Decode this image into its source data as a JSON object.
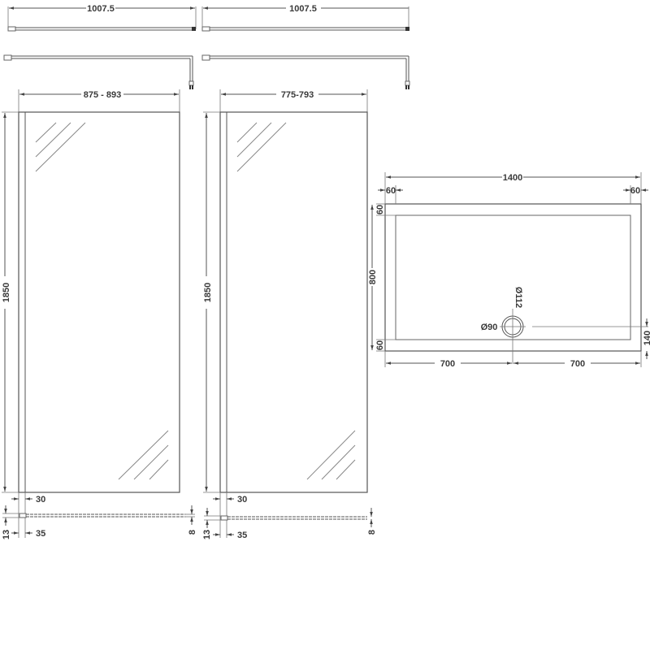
{
  "drawing": {
    "type": "technical-dimension-drawing",
    "units": "mm"
  },
  "panel_a": {
    "support_arm_straight_length": "1007.5",
    "panel_width": "875 - 893",
    "panel_height": "1850",
    "profile_width": "30",
    "profile_depth": "35",
    "channel_height": "13",
    "glass_thickness": "8"
  },
  "panel_b": {
    "support_arm_straight_length": "1007.5",
    "panel_width": "775-793",
    "panel_height": "1850",
    "profile_width": "30",
    "profile_depth": "35",
    "channel_height": "13",
    "glass_thickness": "8"
  },
  "shower_tray": {
    "length": "1400",
    "width": "800",
    "rim_left": "60",
    "rim_right": "60",
    "rim_top": "60",
    "rim_bottom": "60",
    "waste_offset_left": "700",
    "waste_offset_right": "700",
    "waste_offset_bottom": "140",
    "waste_outer_diameter": "Ø112",
    "waste_inner_diameter": "Ø90"
  }
}
